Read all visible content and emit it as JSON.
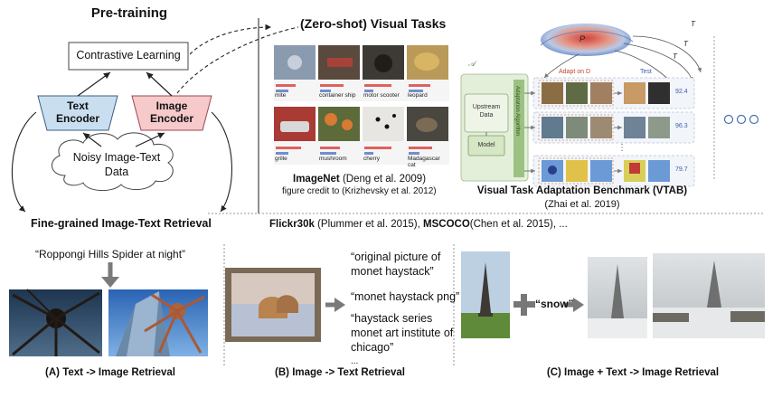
{
  "pretraining": {
    "title": "Pre-training",
    "contrastive": "Contrastive Learning",
    "text_encoder": [
      "Text",
      "Encoder"
    ],
    "image_encoder": [
      "Image",
      "Encoder"
    ],
    "noisy_data": [
      "Noisy Image-Text",
      "Data"
    ]
  },
  "zeroshot": {
    "title": "(Zero-shot) Visual Tasks",
    "imagenet": {
      "name": "ImageNet",
      "citation": " (Deng et al. 2009)",
      "credit": "figure credit to (Krizhevsky et al. 2012)",
      "row1_labels": [
        "mite",
        "container ship",
        "motor scooter",
        "leopard"
      ],
      "row2_labels": [
        "grille",
        "mushroom",
        "cherry",
        "Madagascar cat"
      ]
    },
    "vtab": {
      "title": "Visual Task Adaptation Benchmark (VTAB)",
      "citation": "(Zhai et al. 2019)",
      "upstream": [
        "Upstream",
        "Data"
      ],
      "model": "Model",
      "adaptation": "Adaptation Algorithm",
      "adapt_label": "Adapt on D",
      "test_label": "Test",
      "task_labels": [
        "P",
        "T",
        "T",
        "T"
      ],
      "scores": [
        "92.4",
        "96.3",
        "79.7"
      ],
      "more": "• • •"
    }
  },
  "retrieval": {
    "fine_grained_title": "Fine-grained Image-Text Retrieval",
    "flickr": "Flickr30k",
    "flickr_cite": " (Plummer et al. 2015), ",
    "mscoco": "MSCOCO",
    "mscoco_cite": "(Chen et al. 2015), ..."
  },
  "panel_a": {
    "query": "“Roppongi Hills Spider at night”",
    "caption": "(A) Text -> Image Retrieval"
  },
  "panel_b": {
    "results": [
      "“original picture of",
      "monet haystack”",
      "“monet haystack png”",
      "“haystack series",
      "monet art institute of",
      "chicago”",
      "..."
    ],
    "caption": "(B) Image -> Text Retrieval"
  },
  "panel_c": {
    "modifier": "“snow”",
    "caption": "(C) Image + Text -> Image Retrieval"
  },
  "colors": {
    "text_encoder": "#c9dff0",
    "image_encoder": "#f6c9cb",
    "vtab_green": "#e4efd9",
    "arrow_gray": "#8a8a8a"
  }
}
